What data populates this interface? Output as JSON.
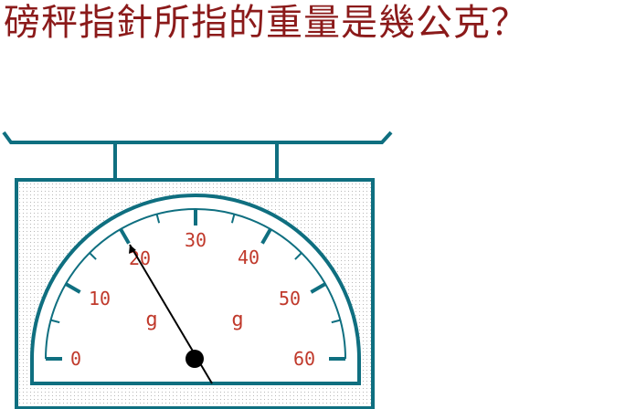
{
  "question": "磅秤指針所指的重量是幾公克？",
  "scale": {
    "ticks": [
      {
        "value": "0"
      },
      {
        "value": "10"
      },
      {
        "value": "20"
      },
      {
        "value": "30"
      },
      {
        "value": "40"
      },
      {
        "value": "50"
      },
      {
        "value": "60"
      }
    ],
    "unit_left": "g",
    "unit_right": "g",
    "reading": 20,
    "max": 60
  },
  "colors": {
    "question": "#8b1a1a",
    "frame": "#0f6f80",
    "labels": "#c0392b",
    "needle": "#000000"
  }
}
